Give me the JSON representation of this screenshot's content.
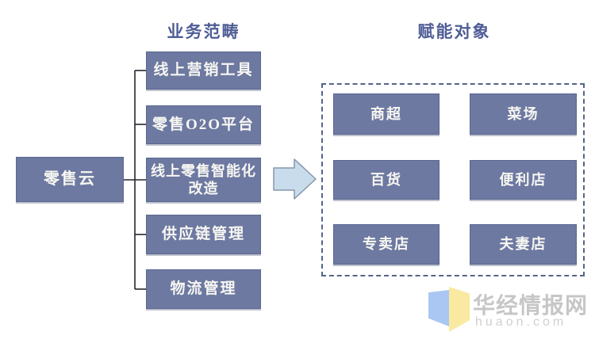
{
  "headers": {
    "business_scope": "业务范畴",
    "empower": "赋能对象"
  },
  "root": {
    "label": "零售云"
  },
  "scope": {
    "items": [
      "线上营销工具",
      "零售O2O平台",
      "线上零售智能化改造",
      "供应链管理",
      "物流管理"
    ]
  },
  "empower": {
    "items": [
      "商超",
      "菜场",
      "百货",
      "便利店",
      "专卖店",
      "夫妻店"
    ]
  },
  "watermark": {
    "name": "华经情报网",
    "url": "huaon.com"
  },
  "colors": {
    "node_fill": "#6d79a1",
    "node_border": "#5a6790",
    "node_text": "#f7f7f2",
    "header_text": "#4f5d96",
    "connector": "#26262e",
    "dashed_border": "#54658a",
    "arrow_fill": "#c9dcec",
    "arrow_stroke": "#8696ac",
    "watermark_text": "#c6c6c6",
    "watermark_url": "#d0d0d0",
    "logo_blue": "#a9c7f2",
    "logo_yellow": "#fae9a0"
  }
}
